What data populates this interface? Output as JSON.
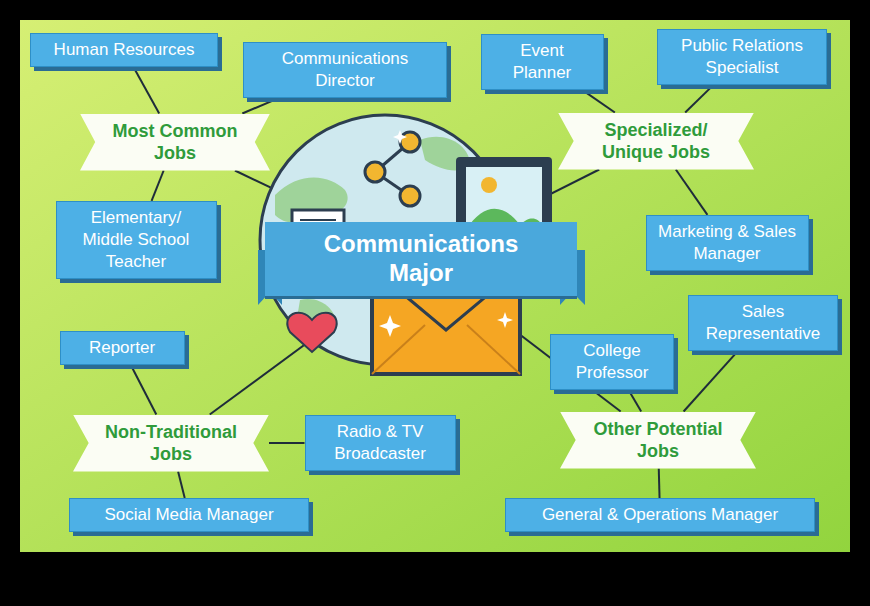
{
  "diagram": {
    "nodes": [
      {
        "text": [
          "Human Resources"
        ]
      },
      {
        "text": [
          "Communications Director"
        ]
      },
      {
        "text": [
          "Event Planner"
        ]
      },
      {
        "text": [
          "Public Relations Specialist"
        ]
      },
      {
        "text": [
          "Most Common Jobs"
        ]
      },
      {
        "text": [
          "Specialized/ Unique Jobs"
        ]
      },
      {
        "text": [
          "Elementary/ Middle School Teacher"
        ]
      },
      {
        "text": [
          "Communications Major"
        ]
      },
      {
        "text": [
          "Marketing & Sales Manager"
        ]
      },
      {
        "text": [
          "Sales Representative"
        ]
      },
      {
        "text": [
          "Reporter"
        ]
      },
      {
        "text": [
          "College Professor"
        ]
      },
      {
        "text": [
          "Non-Traditional Jobs"
        ]
      },
      {
        "text": [
          "Radio & TV Broadcaster"
        ]
      },
      {
        "text": [
          "Other Potential Jobs"
        ]
      },
      {
        "text": [
          "Social Media Manager"
        ]
      },
      {
        "text": [
          "General & Operations Manager"
        ]
      }
    ],
    "edges": [
      {
        "from": 4,
        "to": 0,
        "arrow": "none"
      },
      {
        "from": 4,
        "to": 1,
        "arrow": "none"
      },
      {
        "from": 4,
        "to": 6,
        "arrow": "none"
      },
      {
        "from": 4,
        "to": 7,
        "arrow": "none"
      },
      {
        "from": 5,
        "to": 2,
        "arrow": "none"
      },
      {
        "from": 5,
        "to": 3,
        "arrow": "none"
      },
      {
        "from": 5,
        "to": 8,
        "arrow": "none"
      },
      {
        "from": 5,
        "to": 7,
        "arrow": "none"
      },
      {
        "from": 12,
        "to": 10,
        "arrow": "none"
      },
      {
        "from": 12,
        "to": 13,
        "arrow": "none"
      },
      {
        "from": 12,
        "to": 15,
        "arrow": "none"
      },
      {
        "from": 12,
        "to": 7,
        "arrow": "none"
      },
      {
        "from": 14,
        "to": 11,
        "arrow": "none"
      },
      {
        "from": 14,
        "to": 9,
        "arrow": "none"
      },
      {
        "from": 14,
        "to": 16,
        "arrow": "none"
      },
      {
        "from": 14,
        "to": 7,
        "arrow": "none"
      }
    ]
  }
}
